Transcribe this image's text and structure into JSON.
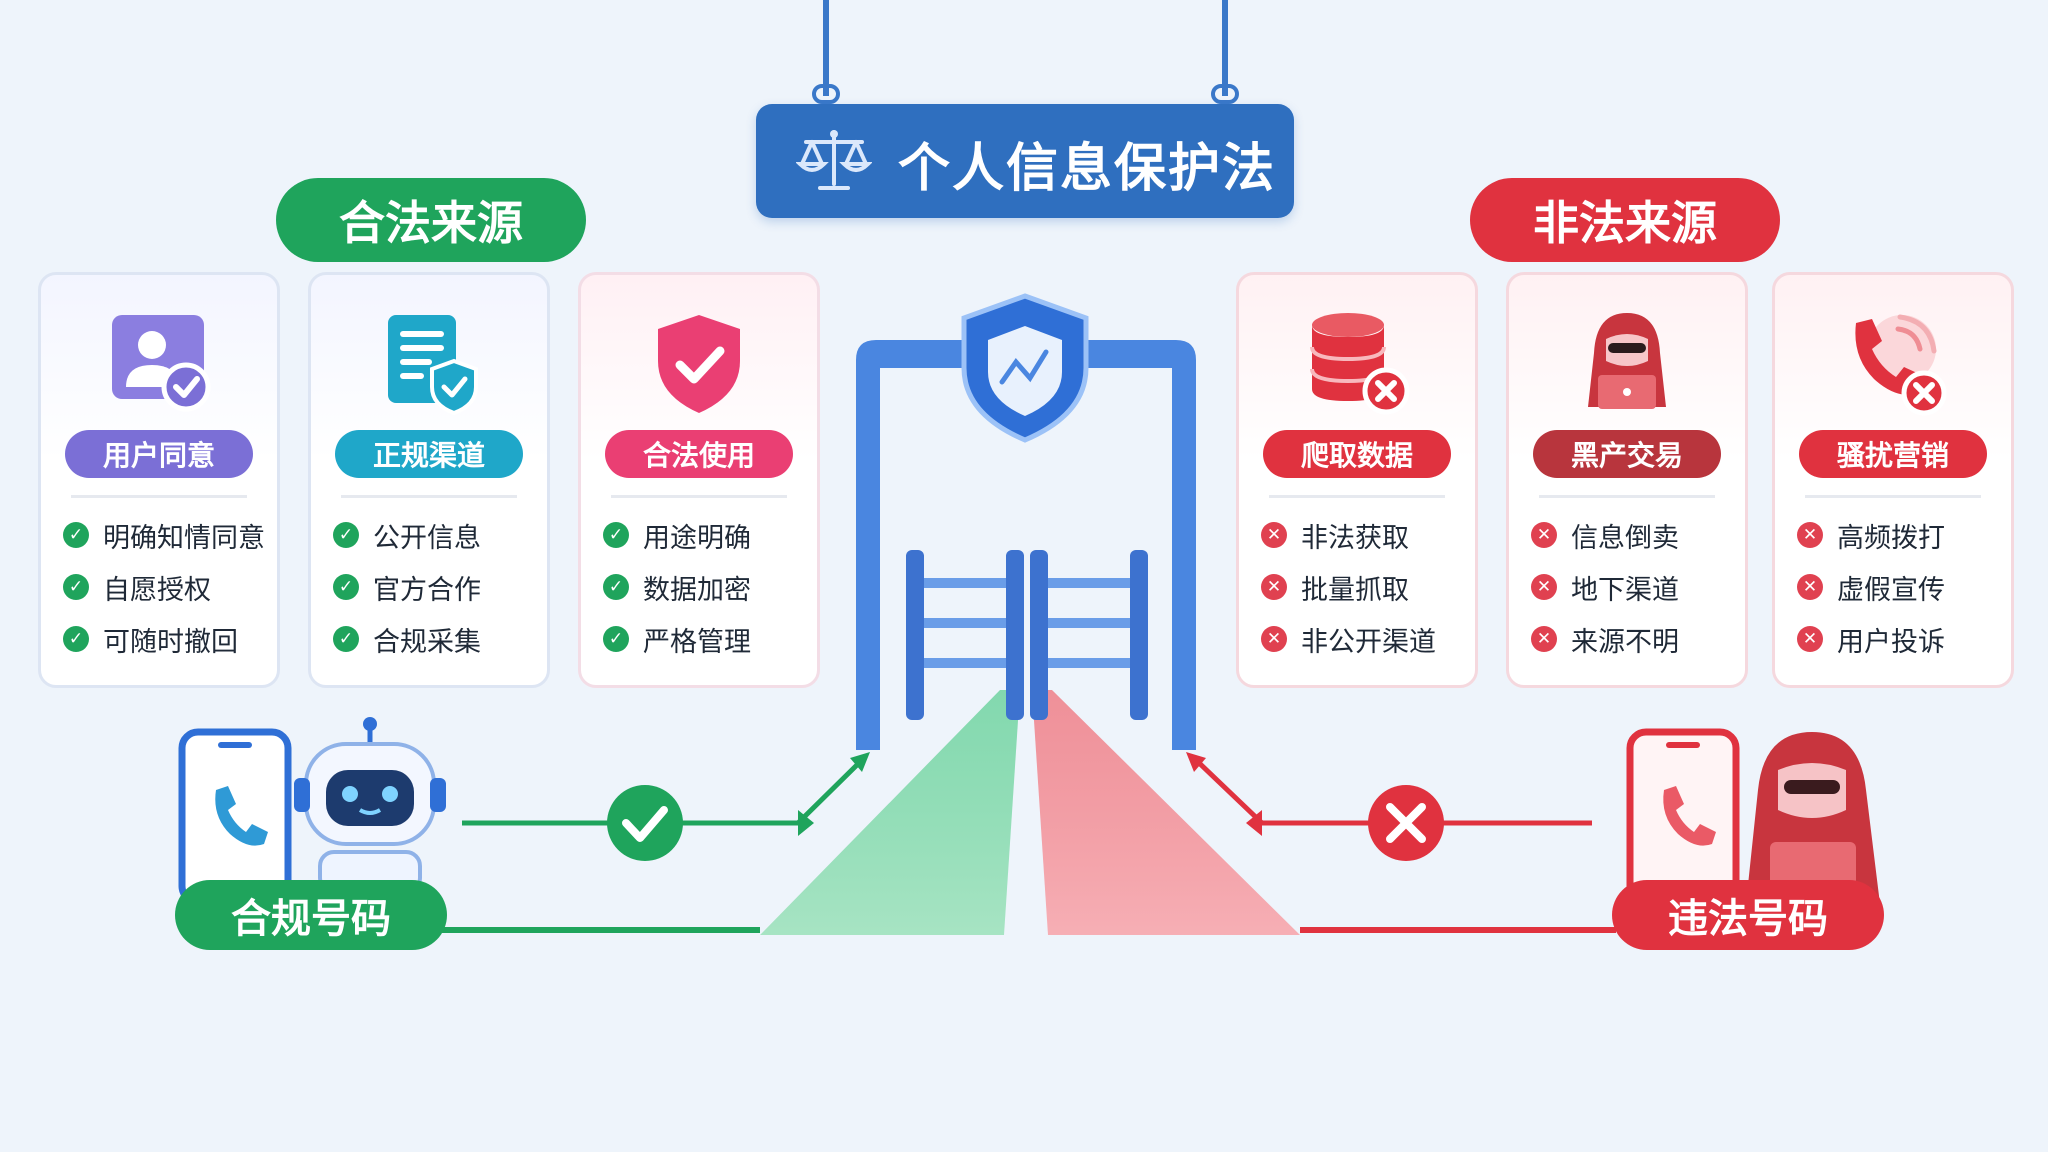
{
  "title": "个人信息保护法",
  "legal_header": "合法来源",
  "illegal_header": "非法来源",
  "legal_cards": [
    {
      "tag": "用户同意",
      "color": "#7b6fd6",
      "items": [
        "明确知情同意",
        "自愿授权",
        "可随时撤回"
      ],
      "icon": "user-check-icon"
    },
    {
      "tag": "正规渠道",
      "color": "#1fa7c9",
      "items": [
        "公开信息",
        "官方合作",
        "合规采集"
      ],
      "icon": "document-shield-icon"
    },
    {
      "tag": "合法使用",
      "color": "#ea3f73",
      "items": [
        "用途明确",
        "数据加密",
        "严格管理"
      ],
      "icon": "shield-check-icon"
    }
  ],
  "illegal_cards": [
    {
      "tag": "爬取数据",
      "color": "#e0323f",
      "items": [
        "非法获取",
        "批量抓取",
        "非公开渠道"
      ],
      "icon": "database-x-icon"
    },
    {
      "tag": "黑产交易",
      "color": "#b8353d",
      "items": [
        "信息倒卖",
        "地下渠道",
        "来源不明"
      ],
      "icon": "hacker-icon"
    },
    {
      "tag": "骚扰营销",
      "color": "#e0323f",
      "items": [
        "高频拨打",
        "虚假宣传",
        "用户投诉"
      ],
      "icon": "phone-x-icon"
    }
  ],
  "compliant_label": "合规号码",
  "illegal_label": "违法号码",
  "colors": {
    "legal": "#1fa45c",
    "illegal": "#e0323f",
    "title_bg": "#2f6fbf",
    "gate": "#4a86e0"
  }
}
